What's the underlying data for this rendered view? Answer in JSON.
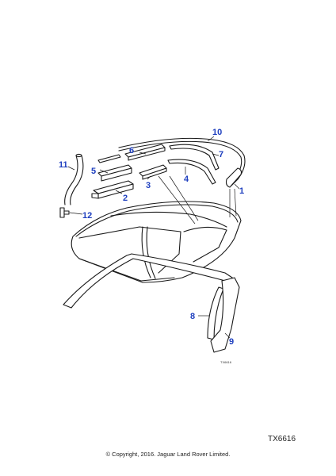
{
  "diagram": {
    "ref_code": "TX6616",
    "inner_ref_code": "TX6616",
    "copyright": "© Copyright, 2016. Jaguar Land Rover Limited.",
    "callout_color": "#1e3fbf",
    "callouts": [
      {
        "id": "1",
        "label": "1"
      },
      {
        "id": "2",
        "label": "2"
      },
      {
        "id": "3",
        "label": "3"
      },
      {
        "id": "4",
        "label": "4"
      },
      {
        "id": "5",
        "label": "5"
      },
      {
        "id": "6",
        "label": "6"
      },
      {
        "id": "7",
        "label": "7"
      },
      {
        "id": "8",
        "label": "8"
      },
      {
        "id": "9",
        "label": "9"
      },
      {
        "id": "10",
        "label": "10"
      },
      {
        "id": "11",
        "label": "11"
      },
      {
        "id": "12",
        "label": "12"
      }
    ]
  }
}
